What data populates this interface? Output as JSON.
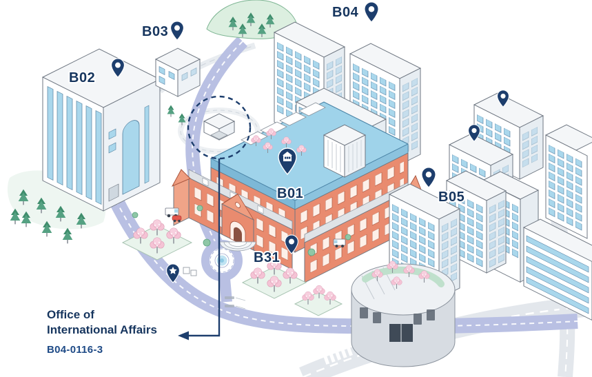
{
  "map": {
    "building_labels": {
      "b01": "B01",
      "b02": "B02",
      "b03": "B03",
      "b04": "B04",
      "b05": "B05",
      "b31": "B31"
    },
    "callout": {
      "line1": "Office of",
      "line2": "International Affairs",
      "code": "B04-0116-3"
    },
    "colors": {
      "label_navy": "#16355e",
      "code_blue": "#1e4a86",
      "pin_navy": "#1d3e6d",
      "window_blue": "#a9d7ec",
      "deck_blue": "#9fd3ea",
      "building_orange": "#e98b6f",
      "path_lavender": "#b9c0e3",
      "tree_green": "#55a182",
      "blossom_pink": "#f5c3d5",
      "road_gray": "#e3e7ec"
    },
    "icons": {
      "location_pin": "map-pin",
      "star_pin": "map-pin-star",
      "building_pin": "map-pin-building"
    }
  }
}
